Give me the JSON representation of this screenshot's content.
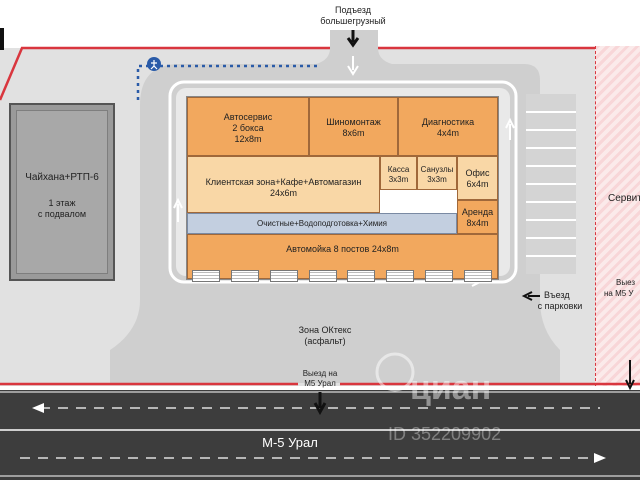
{
  "entry_top": {
    "line1": "Подъезд",
    "line2": "большегрузный"
  },
  "left_building": {
    "title": "Чайхана+РТП-6",
    "sub1": "1 этаж",
    "sub2": "с подвалом"
  },
  "rooms": {
    "autoservice": {
      "l1": "Автосервис",
      "l2": "2 бокса",
      "l3": "12x8m"
    },
    "tire": {
      "l1": "Шиномонтаж",
      "l2": "8x6m"
    },
    "diag": {
      "l1": "Диагностика",
      "l2": "4x4m"
    },
    "client": {
      "l1": "Клиентская зона+Кафе+Автомагазин",
      "l2": "24x6m"
    },
    "kassa": {
      "l1": "Касса",
      "l2": "3x3m"
    },
    "wc": {
      "l1": "Санузлы",
      "l2": "3x3m"
    },
    "office": {
      "l1": "Офис",
      "l2": "6x4m"
    },
    "rent": {
      "l1": "Аренда",
      "l2": "8x4m"
    },
    "treatment": {
      "l1": "Очистные+Водоподготовка+Химия"
    },
    "wash": {
      "l1": "Автомойка 8 постов 24x8m"
    }
  },
  "exit_parking": {
    "l1": "Въезд",
    "l2": "с парковки"
  },
  "zone": {
    "l1": "Зона ОКтекс",
    "l2": "(асфальт)"
  },
  "exit_m5": {
    "l1": "Выезд на",
    "l2": "M5 Урал"
  },
  "right_service": {
    "label": "Сервит",
    "exit_l1": "Выез",
    "exit_l2": "на М5 У"
  },
  "road": {
    "label": "М-5 Урал"
  },
  "watermark": {
    "brand": "циан",
    "id": "ID 352209902"
  },
  "colors": {
    "orange": "#f2a85e",
    "light_orange": "#f9d7a6",
    "blue": "#c3cfe0",
    "red": "#d9363e",
    "road": "#3d3d3d",
    "ground": "#e1e1e1"
  }
}
